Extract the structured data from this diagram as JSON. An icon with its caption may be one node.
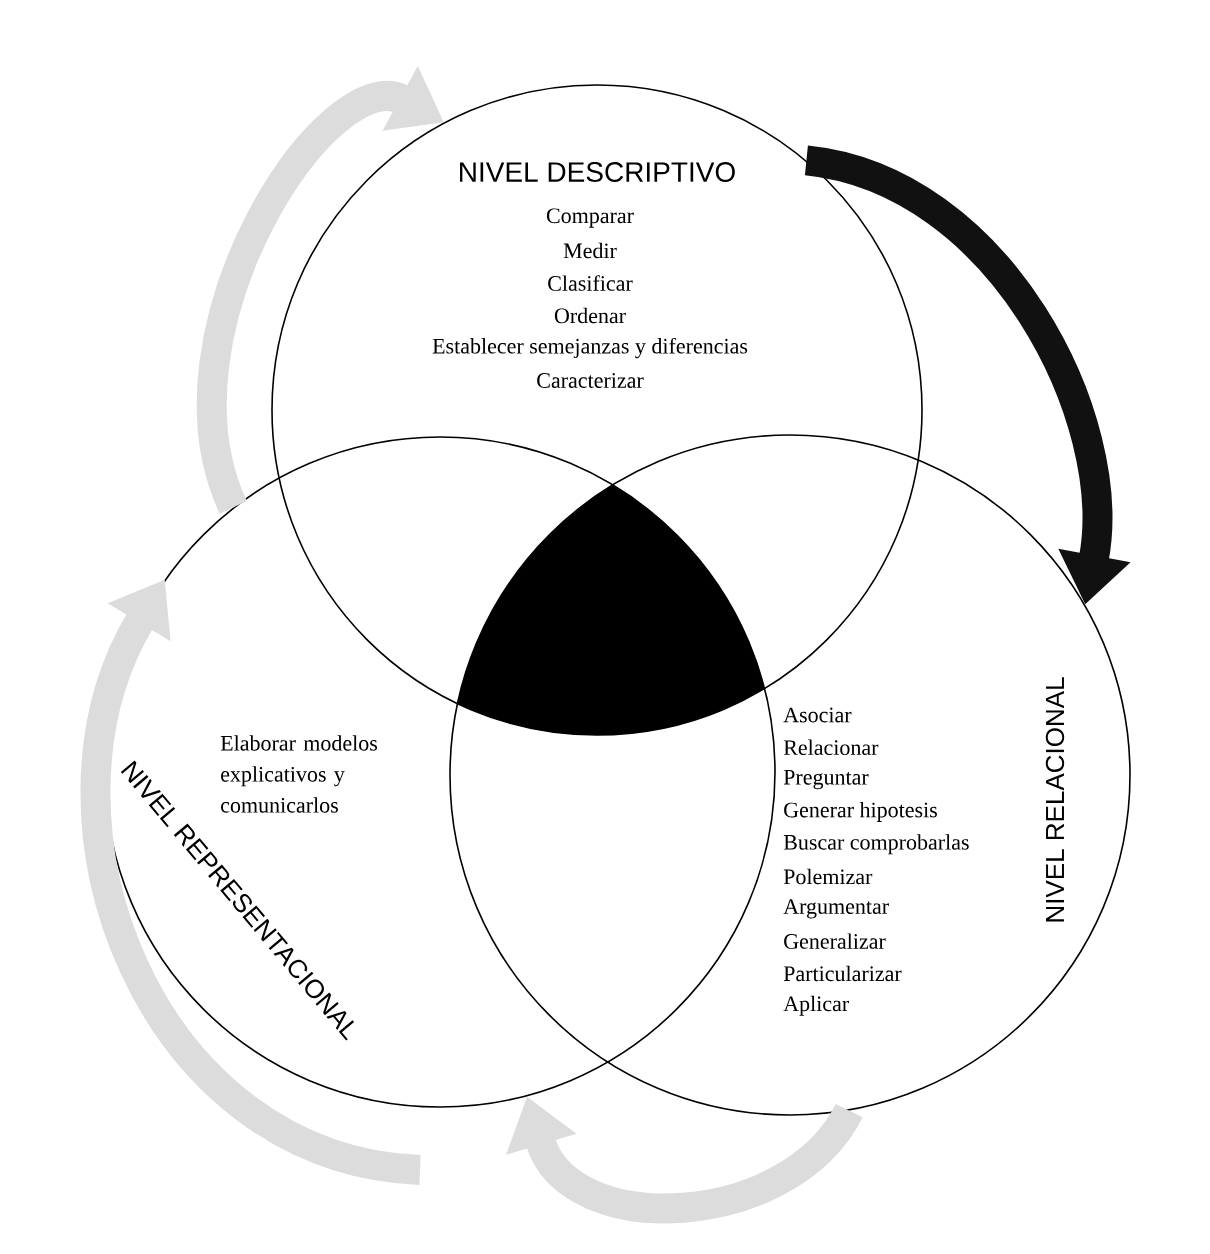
{
  "diagram": {
    "nodes": [
      {
        "text": [
          "NIVEL DESCRIPTIVO",
          "Comparar",
          "Medir",
          "Clasificar",
          "Ordenar",
          "Establecer semejanzas y diferencias",
          "Caracterizar"
        ]
      },
      {
        "text": [
          "NIVEL REPRESENTACIONAL",
          "Elaborar modelos explicativos y comunicarlos"
        ]
      },
      {
        "text": [
          "NIVEL RELACIONAL",
          "Asociar",
          "Relacionar",
          "Preguntar",
          "Generar hipotesis",
          "Buscar comprobarlas",
          "Polemizar",
          "Argumentar",
          "Generalizar",
          "Particularizar",
          "Aplicar"
        ]
      },
      {
        "text": [],
        "shape": "triangle"
      }
    ],
    "edges": [
      {
        "from": 1,
        "to": 0,
        "arrow": "to"
      },
      {
        "from": 0,
        "to": 2,
        "arrow": "to",
        "color": "#111111"
      },
      {
        "from": 2,
        "to": 1,
        "arrow": "to"
      },
      {
        "from": null,
        "to": 1,
        "arrow": "to"
      }
    ]
  }
}
